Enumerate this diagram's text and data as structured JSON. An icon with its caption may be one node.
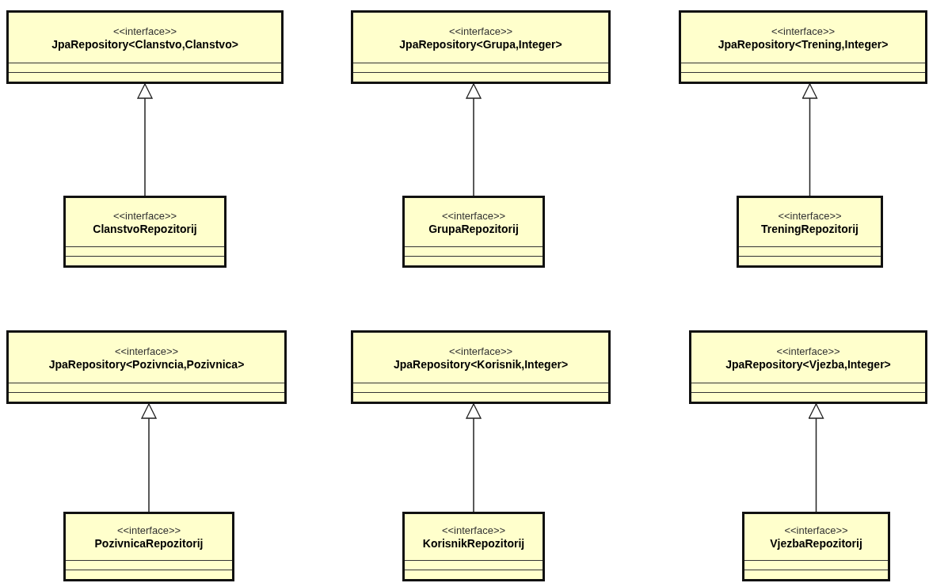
{
  "diagram": {
    "nodes": [
      {
        "text": [
          "<<interface>>",
          "JpaRepository<Clanstvo,Clanstvo>"
        ]
      },
      {
        "text": [
          "<<interface>>",
          "JpaRepository<Grupa,Integer>"
        ]
      },
      {
        "text": [
          "<<interface>>",
          "JpaRepository<Trening,Integer>"
        ]
      },
      {
        "text": [
          "<<interface>>",
          "ClanstvoRepozitorij"
        ]
      },
      {
        "text": [
          "<<interface>>",
          "GrupaRepozitorij"
        ]
      },
      {
        "text": [
          "<<interface>>",
          "TreningRepozitorij"
        ]
      },
      {
        "text": [
          "<<interface>>",
          "JpaRepository<Pozivncia,Pozivnica>"
        ]
      },
      {
        "text": [
          "<<interface>>",
          "JpaRepository<Korisnik,Integer>"
        ]
      },
      {
        "text": [
          "<<interface>>",
          "JpaRepository<Vjezba,Integer>"
        ]
      },
      {
        "text": [
          "<<interface>>",
          "PozivnicaRepozitorij"
        ]
      },
      {
        "text": [
          "<<interface>>",
          "KorisnikRepozitorij"
        ]
      },
      {
        "text": [
          "<<interface>>",
          "VjezbaRepozitorij"
        ]
      }
    ],
    "edges": [
      {
        "from": 3,
        "to": 0,
        "arrow": "to"
      },
      {
        "from": 4,
        "to": 1,
        "arrow": "to"
      },
      {
        "from": 5,
        "to": 2,
        "arrow": "to"
      },
      {
        "from": 9,
        "to": 6,
        "arrow": "to"
      },
      {
        "from": 10,
        "to": 7,
        "arrow": "to"
      },
      {
        "from": 11,
        "to": 8,
        "arrow": "to"
      }
    ]
  }
}
